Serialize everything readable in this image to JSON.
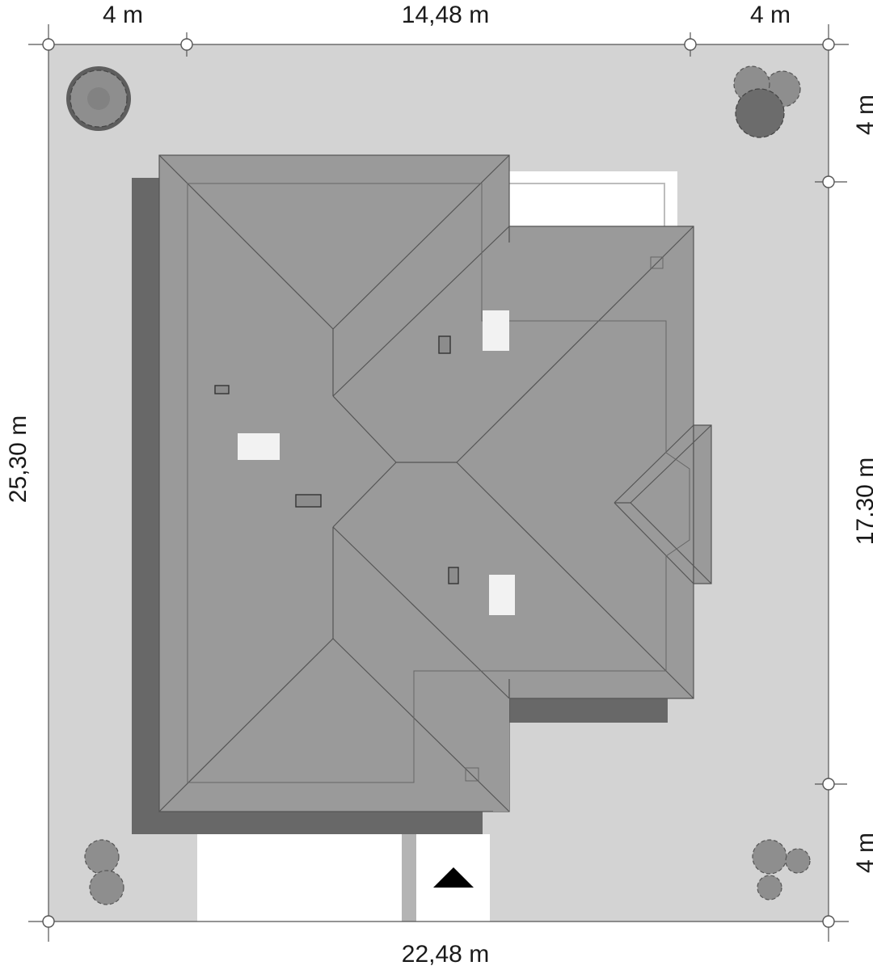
{
  "dimensions": {
    "top_left_setback": "4 m",
    "top_building_width": "14,48 m",
    "top_right_setback": "4 m",
    "right_top_setback": "4 m",
    "right_building_depth": "17,30 m",
    "right_bottom_setback": "4 m",
    "left_plot_depth": "25,30 m",
    "bottom_plot_width": "22,48 m"
  },
  "colors": {
    "plot": "#d3d3d3",
    "roof": "#9a9a9a",
    "roof_line": "#555555",
    "shadow": "#686868",
    "terrace": "#ffffff",
    "skylight": "#f2f2f2",
    "tree": "#8e8e8e",
    "tree_dark": "#5e5e5e",
    "marker": "#ffffff",
    "entrance_arrow": "#000000"
  },
  "icons": {
    "entrance": "entrance-arrow-icon",
    "tree": "tree-icon",
    "survey_point": "survey-point-icon"
  }
}
